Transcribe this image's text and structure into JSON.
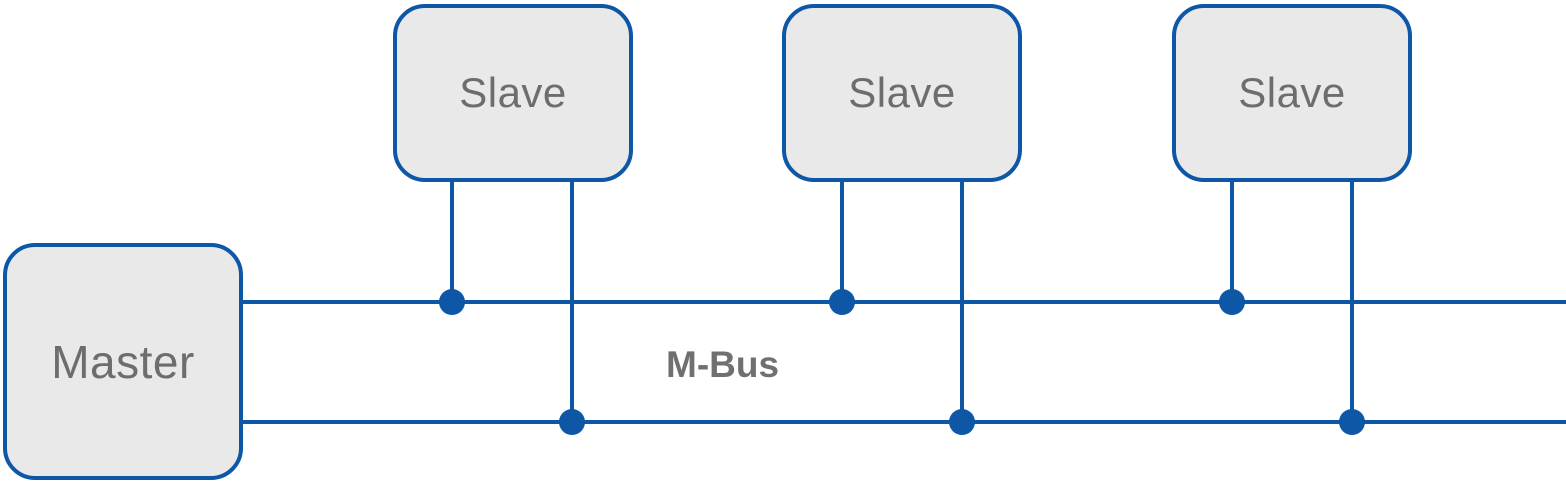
{
  "diagram": {
    "bus_label": "M-Bus",
    "master": {
      "label": "Master"
    },
    "slaves": [
      {
        "label": "Slave"
      },
      {
        "label": "Slave"
      },
      {
        "label": "Slave"
      }
    ],
    "connections": [
      {
        "from": "master",
        "to": "top-bus"
      },
      {
        "from": "master",
        "to": "bottom-bus"
      },
      {
        "from": "slave-1",
        "to": "top-bus"
      },
      {
        "from": "slave-1",
        "to": "bottom-bus"
      },
      {
        "from": "slave-2",
        "to": "top-bus"
      },
      {
        "from": "slave-2",
        "to": "bottom-bus"
      },
      {
        "from": "slave-3",
        "to": "top-bus"
      },
      {
        "from": "slave-3",
        "to": "bottom-bus"
      }
    ],
    "colors": {
      "line": "#0d57a6",
      "node_fill": "#e9e9e9",
      "node_border": "#0d57a6",
      "node_text": "#6d6d6d",
      "bus_label_text": "#707070"
    }
  }
}
